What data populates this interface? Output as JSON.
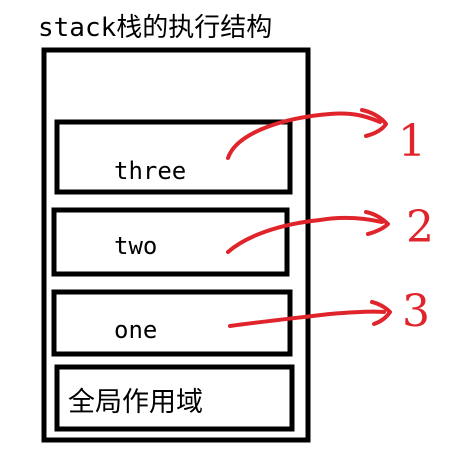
{
  "title": "stack栈的执行结构",
  "stack": {
    "frames": [
      {
        "label": "three",
        "step": "1"
      },
      {
        "label": "two",
        "step": "2"
      },
      {
        "label": "one",
        "step": "3"
      }
    ],
    "base_label": "全局作用域"
  },
  "colors": {
    "outline": "#000000",
    "annotation": "#e0242b",
    "background": "#ffffff"
  }
}
